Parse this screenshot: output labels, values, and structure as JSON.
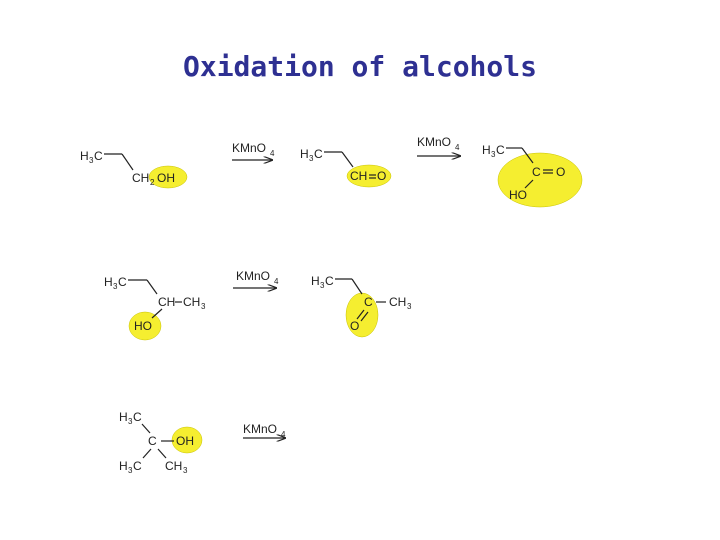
{
  "title": "Oxidation of alcohols",
  "colors": {
    "title": "#2e3092",
    "highlight": "#f5ee30"
  },
  "reagent": {
    "main": "KMnO",
    "sub": "4"
  },
  "atoms": {
    "h3c_h": "H",
    "h3c_sub": "3",
    "h3c_c": "C",
    "ch": "CH",
    "ch2": "CH",
    "sub2": "2",
    "oh": "OH",
    "ho": "HO",
    "ch3": "CH",
    "sub3": "3",
    "c": "C",
    "o": "O",
    "dash": "–",
    "eq": "="
  }
}
